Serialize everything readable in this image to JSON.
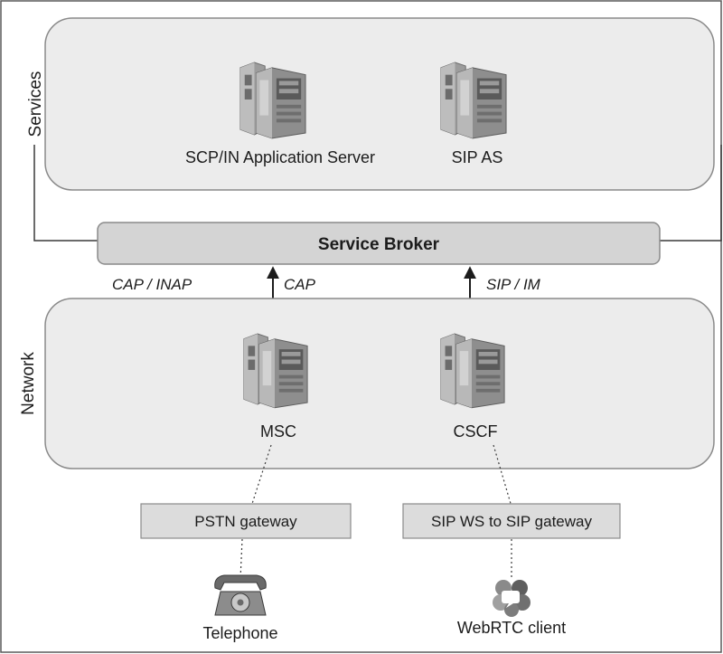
{
  "domains": {
    "services_label": "Services",
    "network_label": "Network"
  },
  "services": {
    "scp_label": "SCP/IN Application Server",
    "sip_as_label": "SIP AS"
  },
  "broker": {
    "label": "Service Broker"
  },
  "protocols": {
    "cap_inap": "CAP / INAP",
    "cap": "CAP",
    "sip_im": "SIP / IM"
  },
  "network": {
    "msc_label": "MSC",
    "cscf_label": "CSCF"
  },
  "gateways": {
    "pstn_label": "PSTN gateway",
    "sipws_label": "SIP WS to SIP gateway"
  },
  "endpoints": {
    "telephone_label": "Telephone",
    "webrtc_label": "WebRTC client"
  },
  "icons": [
    "server-icon",
    "telephone-icon",
    "webrtc-icon"
  ],
  "colors": {
    "panel_fill": "#ececec",
    "broker_fill": "#d4d4d4",
    "gateway_fill": "#dcdcdc",
    "outline": "#8a8a8a"
  }
}
